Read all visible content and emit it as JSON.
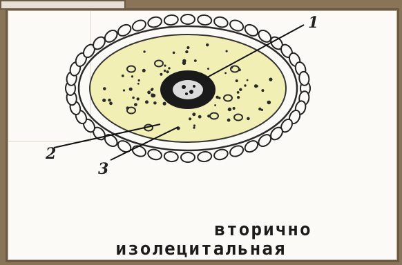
{
  "labels": {
    "one": "1",
    "two": "2",
    "three": "3"
  },
  "caption": {
    "line1": "вторично",
    "line2": "изолецитальная"
  },
  "colors": {
    "cytoplasm": "#f1efb4",
    "nucleus": "#1a1a1a",
    "membrane": "#2a2a2a",
    "frame": "#8a7458"
  }
}
